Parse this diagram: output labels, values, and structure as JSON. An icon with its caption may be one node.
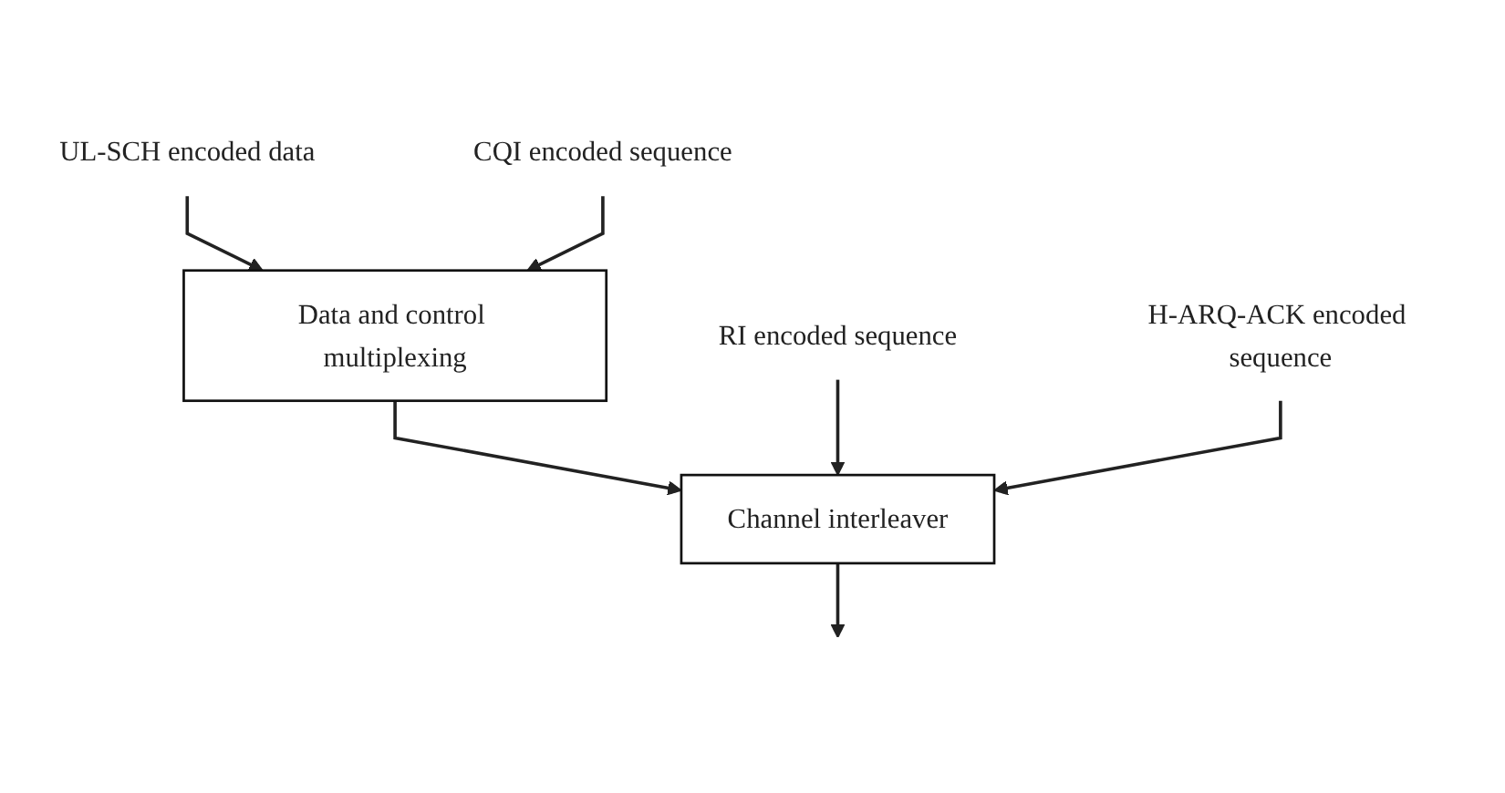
{
  "diagram": {
    "nodes": [
      {
        "text": [
          "UL-SCH encoded data"
        ]
      },
      {
        "text": [
          "CQI encoded sequence"
        ]
      },
      {
        "text": [
          "Data and control multiplexing"
        ]
      },
      {
        "text": [
          "RI encoded sequence"
        ]
      },
      {
        "text": [
          "H-ARQ-ACK encoded sequence"
        ]
      },
      {
        "text": [
          "Channel interleaver"
        ]
      }
    ],
    "edges": [
      {
        "from": 0,
        "to": 2,
        "arrow": "to"
      },
      {
        "from": 1,
        "to": 2,
        "arrow": "to"
      },
      {
        "from": 2,
        "to": 5,
        "arrow": "to"
      },
      {
        "from": 3,
        "to": 5,
        "arrow": "to"
      },
      {
        "from": 4,
        "to": 5,
        "arrow": "to"
      },
      {
        "from": 5,
        "to": null,
        "arrow": "to"
      }
    ]
  }
}
